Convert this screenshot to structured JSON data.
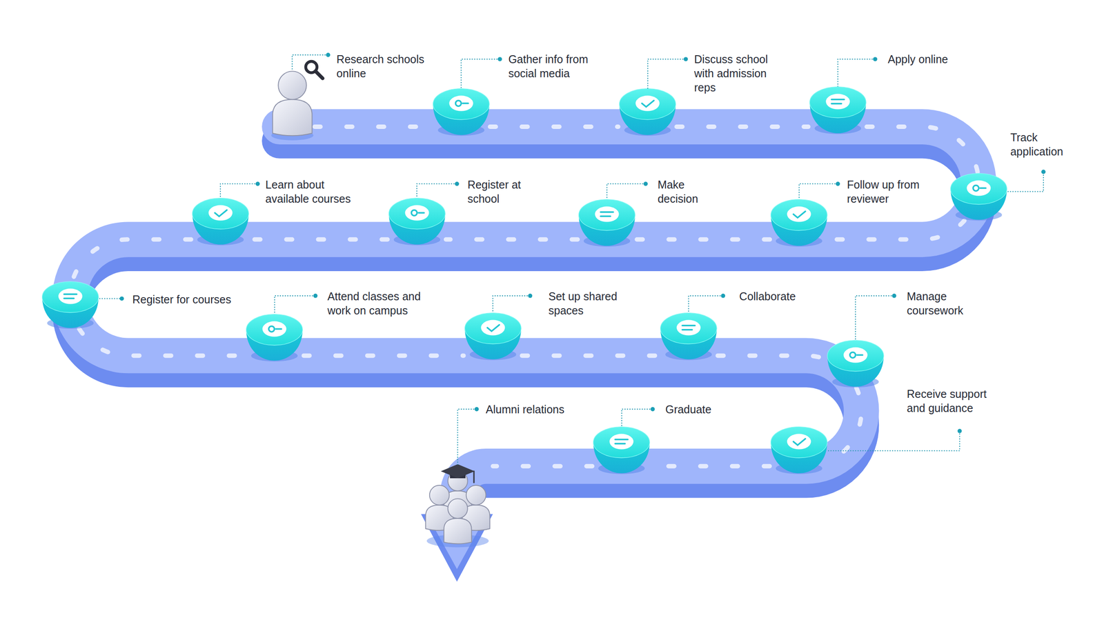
{
  "diagram": {
    "nodes": [
      {
        "text": [
          "Research schools online"
        ]
      },
      {
        "text": [
          "Gather info from social media"
        ]
      },
      {
        "text": [
          "Discuss school with admission reps"
        ]
      },
      {
        "text": [
          "Apply online"
        ]
      },
      {
        "text": [
          "Track application"
        ]
      },
      {
        "text": [
          "Follow up from reviewer"
        ]
      },
      {
        "text": [
          "Make decision"
        ]
      },
      {
        "text": [
          "Register at school"
        ]
      },
      {
        "text": [
          "Learn about available courses"
        ]
      },
      {
        "text": [
          "Register for courses"
        ]
      },
      {
        "text": [
          "Attend classes and work on campus"
        ]
      },
      {
        "text": [
          "Set up shared spaces"
        ]
      },
      {
        "text": [
          "Collaborate"
        ]
      },
      {
        "text": [
          "Manage coursework"
        ]
      },
      {
        "text": [
          "Receive support and guidance"
        ]
      },
      {
        "text": [
          "Graduate"
        ]
      },
      {
        "text": [
          "Alumni relations"
        ]
      }
    ],
    "edges": [
      {
        "from": 0,
        "to": 1,
        "arrow": "none"
      },
      {
        "from": 1,
        "to": 2,
        "arrow": "none"
      },
      {
        "from": 2,
        "to": 3,
        "arrow": "none"
      },
      {
        "from": 3,
        "to": 4,
        "arrow": "none"
      },
      {
        "from": 4,
        "to": 5,
        "arrow": "none"
      },
      {
        "from": 5,
        "to": 6,
        "arrow": "none"
      },
      {
        "from": 6,
        "to": 7,
        "arrow": "none"
      },
      {
        "from": 7,
        "to": 8,
        "arrow": "none"
      },
      {
        "from": 8,
        "to": 9,
        "arrow": "none"
      },
      {
        "from": 9,
        "to": 10,
        "arrow": "none"
      },
      {
        "from": 10,
        "to": 11,
        "arrow": "none"
      },
      {
        "from": 11,
        "to": 12,
        "arrow": "none"
      },
      {
        "from": 12,
        "to": 13,
        "arrow": "none"
      },
      {
        "from": 13,
        "to": 14,
        "arrow": "none"
      },
      {
        "from": 14,
        "to": 15,
        "arrow": "none"
      },
      {
        "from": 15,
        "to": 16,
        "arrow": "none"
      }
    ]
  }
}
